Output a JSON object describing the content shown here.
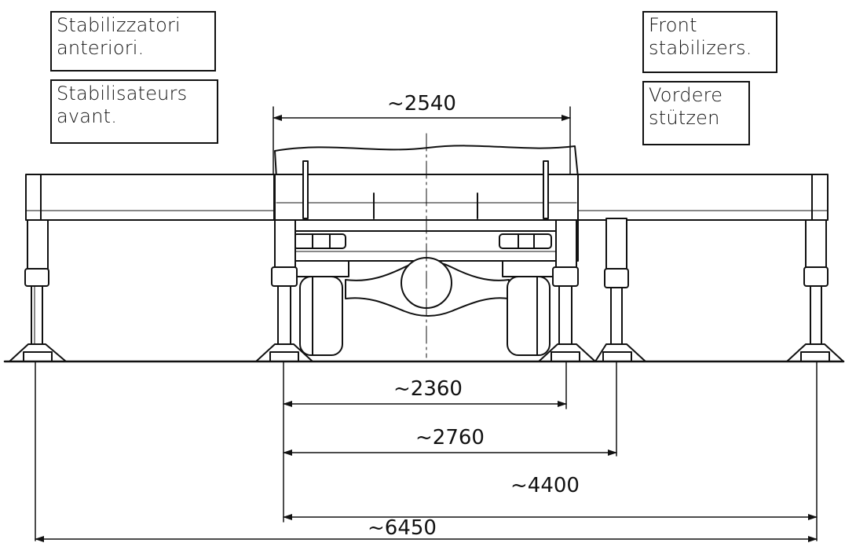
{
  "labels": {
    "it": {
      "line1": "Stabilizzatori",
      "line2": "anteriori."
    },
    "fr": {
      "line1": "Stabilisateurs",
      "line2": "avant."
    },
    "en": {
      "line1": "Front",
      "line2": "stabilizers."
    },
    "de": {
      "line1": "Vordere",
      "line2": "stützen"
    }
  },
  "dimensions": {
    "width_top": "~2540",
    "d2360": "~2360",
    "d2760": "~2760",
    "d4400": "~4400",
    "d6450": "~6450"
  }
}
